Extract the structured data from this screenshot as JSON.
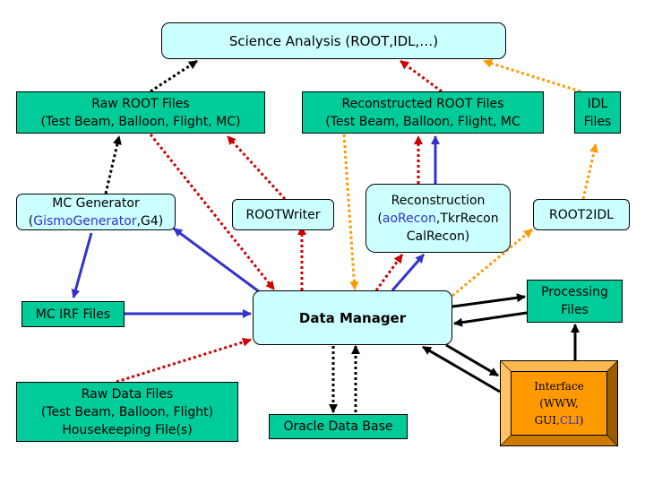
{
  "title": "Data flow diagram",
  "colors": {
    "file_box": "#00cc99",
    "process_box": "#ccffff",
    "interface_box": "#ff9900",
    "arrow_black": "#000000",
    "arrow_red": "#cc0000",
    "arrow_blue": "#3333cc",
    "arrow_orange": "#ff9900",
    "highlight_text": "#3333cc"
  },
  "nodes": {
    "science_analysis": {
      "label": "Science Analysis (ROOT,IDL,…)"
    },
    "raw_root_files": {
      "line1": "Raw ROOT Files",
      "line2": "(Test Beam, Balloon, Flight, MC)"
    },
    "recon_root_files": {
      "line1": "Reconstructed ROOT Files",
      "line2": "(Test Beam, Balloon, Flight, MC"
    },
    "idl_files": {
      "line1": "IDL",
      "line2": "Files"
    },
    "mc_generator": {
      "line1": "MC Generator",
      "open": "(",
      "highlight": "GismoGenerator",
      "rest": ",G4)"
    },
    "root_writer": {
      "label": "ROOTWriter"
    },
    "reconstruction": {
      "line1": "Reconstruction",
      "open": "(",
      "highlight": "aoRecon",
      "rest": ",TkrRecon",
      "line3": "CalRecon)"
    },
    "root2idl": {
      "label": "ROOT2IDL"
    },
    "mc_irf_files": {
      "label": "MC IRF Files"
    },
    "data_manager": {
      "label": "Data Manager"
    },
    "processing_files": {
      "line1": "Processing",
      "line2": "Files"
    },
    "interface": {
      "line1": "Interface",
      "line2": "(WWW,",
      "line3_pre": "GUI,",
      "line3_highlight": "CLI",
      "line3_post": ")"
    },
    "raw_data_files": {
      "line1": "Raw Data Files",
      "line2": "(Test Beam, Balloon, Flight)",
      "line3": "Housekeeping File(s)"
    },
    "oracle_db": {
      "label": "Oracle Data Base"
    }
  },
  "edges": [
    {
      "from": "raw_root_files",
      "to": "science_analysis",
      "color": "black",
      "style": "dotted"
    },
    {
      "from": "recon_root_files",
      "to": "science_analysis",
      "color": "red",
      "style": "dotted"
    },
    {
      "from": "idl_files",
      "to": "science_analysis",
      "color": "orange",
      "style": "dotted"
    },
    {
      "from": "mc_generator",
      "to": "raw_root_files",
      "color": "black",
      "style": "dotted"
    },
    {
      "from": "raw_root_files",
      "to": "data_manager",
      "color": "red",
      "style": "dotted"
    },
    {
      "from": "root_writer",
      "to": "raw_root_files",
      "color": "red",
      "style": "dotted"
    },
    {
      "from": "recon_root_files",
      "to": "data_manager",
      "color": "orange",
      "style": "dotted"
    },
    {
      "from": "reconstruction",
      "to": "recon_root_files",
      "color": "red",
      "style": "dotted"
    },
    {
      "from": "reconstruction",
      "to": "recon_root_files",
      "color": "blue",
      "style": "solid"
    },
    {
      "from": "root2idl",
      "to": "idl_files",
      "color": "orange",
      "style": "dotted"
    },
    {
      "from": "mc_generator",
      "to": "mc_irf_files",
      "color": "blue",
      "style": "solid"
    },
    {
      "from": "data_manager",
      "to": "mc_generator",
      "color": "blue",
      "style": "solid"
    },
    {
      "from": "data_manager",
      "to": "root_writer",
      "color": "red",
      "style": "dotted"
    },
    {
      "from": "data_manager",
      "to": "reconstruction",
      "color": "red",
      "style": "dotted"
    },
    {
      "from": "data_manager",
      "to": "reconstruction",
      "color": "blue",
      "style": "solid"
    },
    {
      "from": "data_manager",
      "to": "root2idl",
      "color": "orange",
      "style": "dotted"
    },
    {
      "from": "mc_irf_files",
      "to": "data_manager",
      "color": "blue",
      "style": "solid"
    },
    {
      "from": "raw_data_files",
      "to": "data_manager",
      "color": "red",
      "style": "dotted"
    },
    {
      "from": "data_manager",
      "to": "processing_files",
      "color": "black",
      "style": "solid"
    },
    {
      "from": "processing_files",
      "to": "data_manager",
      "color": "black",
      "style": "solid"
    },
    {
      "from": "data_manager",
      "to": "interface",
      "color": "black",
      "style": "solid"
    },
    {
      "from": "interface",
      "to": "data_manager",
      "color": "black",
      "style": "solid"
    },
    {
      "from": "interface",
      "to": "processing_files",
      "color": "black",
      "style": "solid"
    },
    {
      "from": "data_manager",
      "to": "oracle_db",
      "color": "black",
      "style": "dotted"
    },
    {
      "from": "oracle_db",
      "to": "data_manager",
      "color": "black",
      "style": "dotted"
    }
  ]
}
